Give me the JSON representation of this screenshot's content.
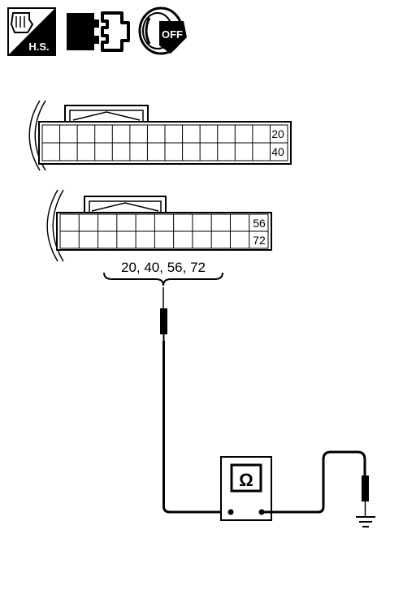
{
  "icons": [
    {
      "name": "harness-sensor-icon",
      "text": "H.S."
    },
    {
      "name": "connector-disconnect-icon"
    },
    {
      "name": "ignition-switch-off-icon",
      "text": "OFF"
    }
  ],
  "connector_1": {
    "pin_top_right": "20",
    "pin_bottom_right": "40"
  },
  "connector_2": {
    "pin_top_right": "56",
    "pin_bottom_right": "72"
  },
  "terminals_label": "20, 40, 56, 72",
  "meter": {
    "symbol": "Ω",
    "name": "ohmmeter-icon"
  },
  "ground": {
    "name": "ground-icon"
  }
}
